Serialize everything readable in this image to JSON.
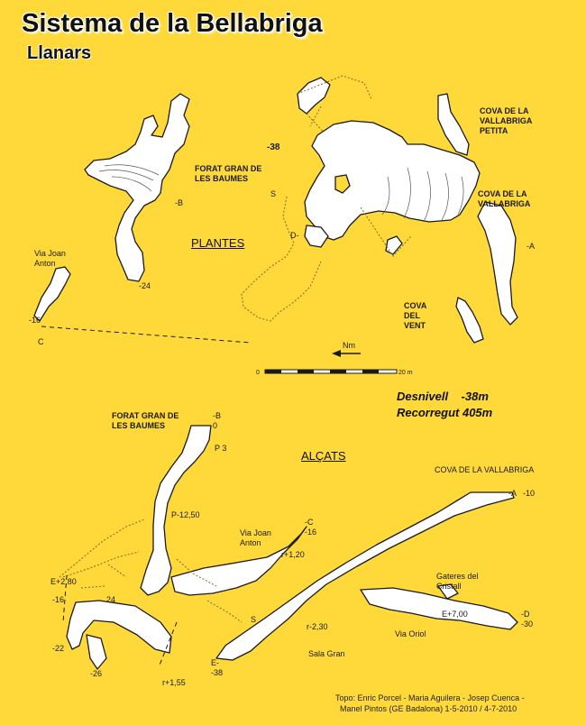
{
  "title": "Sistema de la Bellabriga",
  "subtitle": "Llanars",
  "sections": {
    "plan": "PLANTES",
    "elevation": "ALÇATS"
  },
  "stats": {
    "depth": "Desnivell    -38m",
    "length": "Recorregut 405m"
  },
  "north_label": "Nm",
  "scale": {
    "start": "0",
    "end": "20 m"
  },
  "plan_labels": {
    "forat_gran": "FORAT GRAN DE\nLES BAUMES",
    "via_joan": "Via Joan\nAnton",
    "cova_petita": "COVA DE LA\nVALLABRIGA\nPETITA",
    "cova_vallabriga": "COVA DE LA\nVALLABRIGA",
    "cova_vent": "COVA\nDEL\nVENT",
    "d38": "-38",
    "d24": "-24",
    "d16": "-16",
    "pt_a": "-A",
    "pt_b": "-B",
    "pt_c": "C",
    "pt_d": "D-",
    "pt_s": "S"
  },
  "elev_labels": {
    "forat_gran": "FORAT GRAN DE\nLES BAUMES",
    "b0": "-B\n0",
    "p3": "P 3",
    "p1250": "P-12,50",
    "via_joan": "Via Joan\nAnton",
    "c16": "-C\n-16",
    "r120": "r+1,20",
    "e280": "E+2,80",
    "n16": "-16",
    "n24": "24",
    "n22": "-22",
    "n26": "-26",
    "r155": "r+1,55",
    "e38": "E-\n-38",
    "s": "S",
    "r230": "r-2,30",
    "sala_gran": "Sala Gran",
    "via_oriol": "Via Oriol",
    "e700": "E+7,00",
    "gateres": "Gateres del\nCristall",
    "cova_vallabriga": "COVA DE LA VALLABRIGA",
    "a10": "-A   -10",
    "d30": "-D\n-30"
  },
  "credit": "Topo: Enric Porcel - Maria Aguilera - Josep Cuenca -\n  Manel Pintos (GE Badalona) 1-5-2010 / 4-7-2010"
}
